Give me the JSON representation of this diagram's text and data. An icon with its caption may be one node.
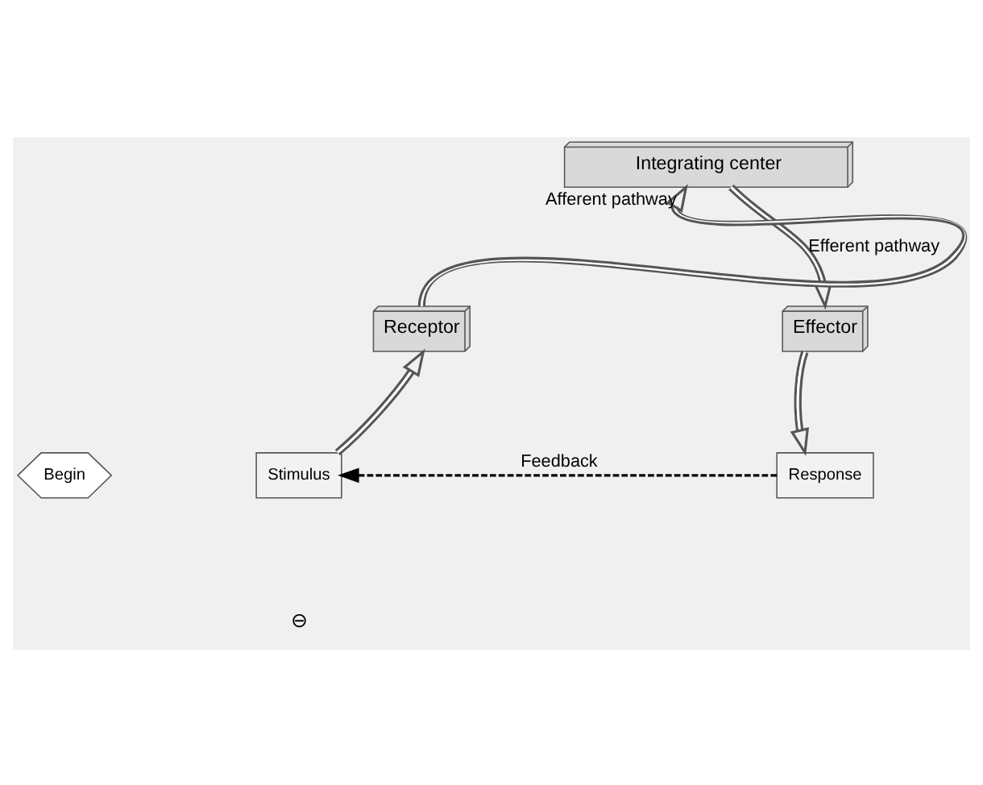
{
  "diagram": {
    "nodes": [
      {
        "text": [
          "Integrating center"
        ]
      },
      {
        "text": [
          "Receptor"
        ]
      },
      {
        "text": [
          "Effector"
        ]
      },
      {
        "text": [
          "Begin"
        ]
      },
      {
        "text": [
          "Stimulus"
        ]
      },
      {
        "text": [
          "Response"
        ]
      }
    ],
    "edges": [
      {
        "from": 4,
        "to": 1,
        "arrow": "to"
      },
      {
        "from": 1,
        "to": 0,
        "arrow": "to",
        "label": "Afferent pathway"
      },
      {
        "from": 0,
        "to": 2,
        "arrow": "to",
        "label": "Efferent pathway"
      },
      {
        "from": 2,
        "to": 5,
        "arrow": "to"
      },
      {
        "from": 5,
        "to": 4,
        "arrow": "to",
        "label": "Feedback",
        "style": "dashed"
      }
    ],
    "labels": [
      "⊖"
    ]
  }
}
